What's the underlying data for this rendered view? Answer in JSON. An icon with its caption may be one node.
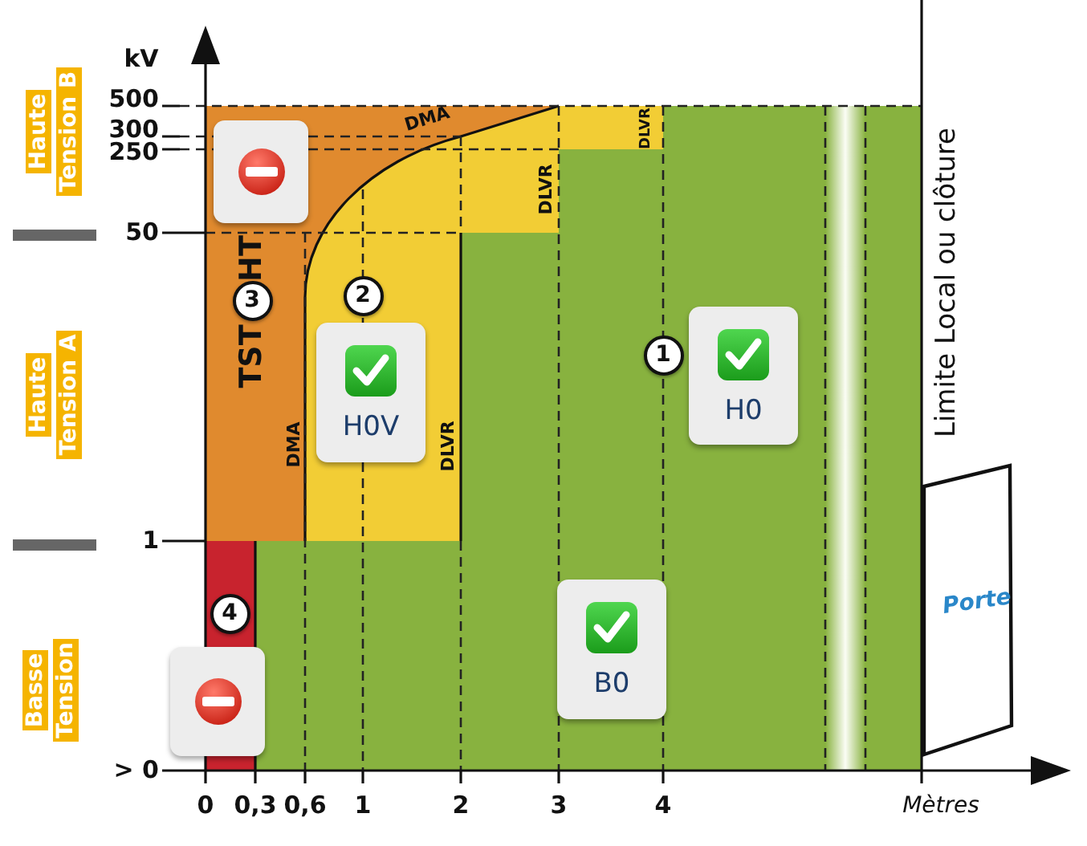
{
  "diagram": {
    "nodes": [
      {
        "text": [],
        "shape": "box"
      },
      {
        "text": [
          "3"
        ]
      },
      {
        "text": [
          "2"
        ]
      },
      {
        "text": [
          "H0"
        ]
      },
      {
        "text": [
          "H0V"
        ]
      },
      {
        "text": [
          "1"
        ]
      },
      {
        "text": [
          "Porte"
        ]
      },
      {
        "text": [
          "B0"
        ]
      },
      {
        "text": [
          "4"
        ]
      },
      {
        "text": [],
        "shape": "box"
      }
    ],
    "labels": [
      "kV",
      "Haute Tension B",
      "500",
      "DMA",
      "DLVR",
      "300",
      "250",
      "DLVR",
      "50",
      "HT",
      "TST",
      "Limite Local ou clôture",
      "Haute Tension A",
      "DMA",
      "DLVR",
      "1",
      "Basse Tension",
      "> 0",
      "0",
      "0,3",
      "0,6",
      "1",
      "2",
      "3",
      "4",
      "Mètres"
    ]
  }
}
